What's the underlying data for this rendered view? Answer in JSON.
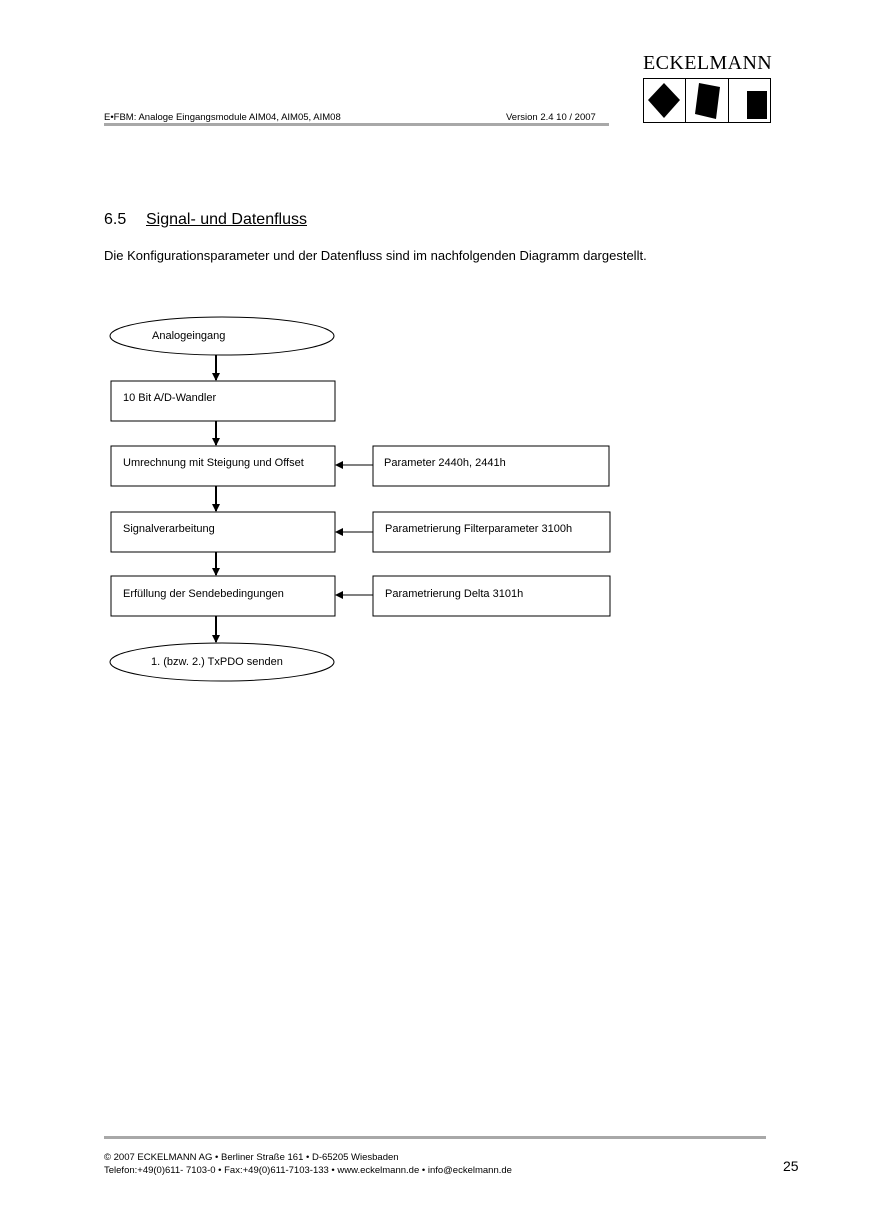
{
  "header": {
    "doc_title": "E•FBM: Analoge Eingangsmodule AIM04, AIM05, AIM08",
    "version": "Version 2.4   10 / 2007",
    "logo_text": "ECKELMANN"
  },
  "section": {
    "number": "6.5",
    "title": "Signal- und Datenfluss",
    "intro": "Die Konfigurationsparameter und der Datenfluss sind im nachfolgenden Diagramm dargestellt."
  },
  "diagram": {
    "start": "Analogeingang",
    "steps": [
      "10 Bit A/D-Wandler",
      "Umrechnung mit Steigung und Offset",
      "Signalverarbeitung",
      "Erfüllung der Sendebedingungen"
    ],
    "params": [
      "Parameter 2440h, 2441h",
      "Parametrierung Filterparameter 3100h",
      "Parametrierung Delta 3101h"
    ],
    "end": "1. (bzw. 2.) TxPDO senden"
  },
  "footer": {
    "line1": "©  2007 ECKELMANN AG • Berliner Straße 161 • D-65205 Wiesbaden",
    "line2": "Telefon:+49(0)611- 7103-0 • Fax:+49(0)611-7103-133 • www.eckelmann.de • info@eckelmann.de",
    "page_number": "25"
  }
}
